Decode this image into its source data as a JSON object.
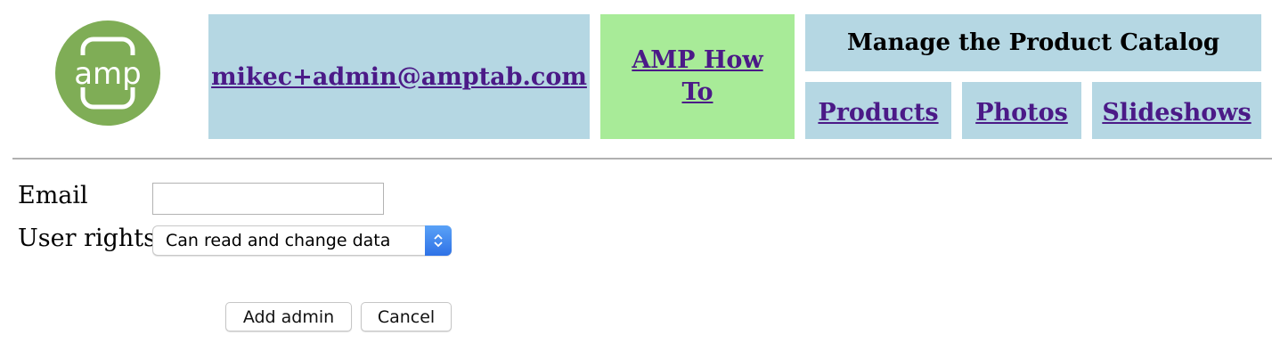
{
  "header": {
    "logo_text": "amp",
    "user_email": "mikec+admin@amptab.com",
    "how_to_label": "AMP How To",
    "catalog_title": "Manage the Product Catalog",
    "nav": [
      {
        "label": "Products"
      },
      {
        "label": "Photos"
      },
      {
        "label": "Slideshows"
      }
    ]
  },
  "form": {
    "email_label": "Email",
    "email_value": "",
    "rights_label": "User rights",
    "rights_selected": "Can read and change data",
    "add_label": "Add admin",
    "cancel_label": "Cancel"
  },
  "colors": {
    "logo_green": "#7fad56",
    "cell_blue": "#b5d7e3",
    "cell_green": "#a8eb98",
    "link_purple": "#4b1a87",
    "stepper_blue": "#2f72e6"
  },
  "icons": {
    "logo": "amp-logo-icon",
    "select_stepper": "chevron-up-down-icon"
  }
}
